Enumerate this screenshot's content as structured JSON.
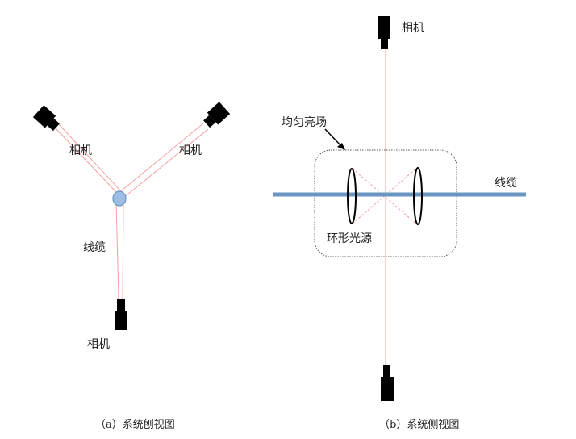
{
  "panel_a": {
    "camera_top_left_label": "相机",
    "camera_top_right_label": "相机",
    "camera_bottom_label": "相机",
    "cable_label": "线缆",
    "caption": "（a）系统刨视图"
  },
  "panel_b": {
    "camera_top_label": "相机",
    "uniform_field_label": "均匀亮场",
    "cable_label": "线缆",
    "ring_light_label": "环形光源",
    "caption": "（b）系统侧视图"
  },
  "colors": {
    "beam": "#f4a0a0",
    "cable": "#6a96c4",
    "cable_node": "#9dbde3",
    "camera": "#000000",
    "dotted_box": "#555555"
  }
}
